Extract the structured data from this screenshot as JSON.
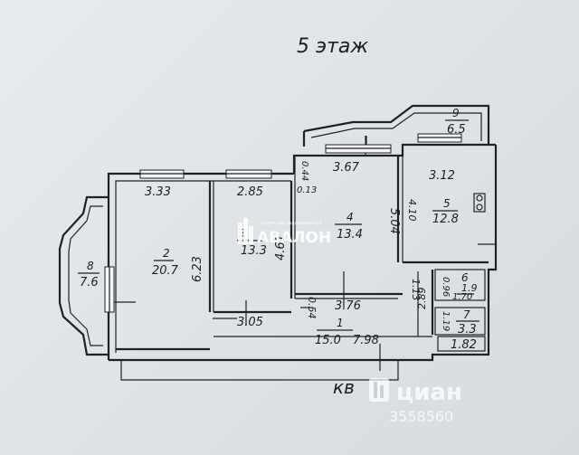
{
  "floor_title": "5 этаж",
  "corridor_label": "кв",
  "logo": {
    "name": "АВАЛОН",
    "tagline": "агентство недвижимости"
  },
  "watermark": {
    "brand": "циан",
    "id": "3558560"
  },
  "rooms": [
    {
      "number": "1",
      "area": "15.0"
    },
    {
      "number": "2",
      "area": "20.7"
    },
    {
      "number": "3",
      "area": "13.3"
    },
    {
      "number": "4",
      "area": "13.4"
    },
    {
      "number": "5",
      "area": "12.8"
    },
    {
      "number": "6",
      "area": "1.9"
    },
    {
      "number": "7",
      "area": "3.3"
    },
    {
      "number": "8",
      "area": "7.6"
    },
    {
      "number": "9",
      "area": "6.5"
    }
  ],
  "dimensions": {
    "r2_width": "3.33",
    "r2_depth": "6.23",
    "r3_width": "2.85",
    "r3_depth": "4.61",
    "r3_bottom": "3.05",
    "r4_width": "3.67",
    "r4_depth": "5.04",
    "r4_bottom": "3.76",
    "r4_small_a": "0.44",
    "r4_small_b": "0.13",
    "r5_width": "3.12",
    "r5_depth": "4.10",
    "hall_a": "1.13",
    "hall_b": "0.54",
    "hall_c": "2.89",
    "r1_width": "7.98",
    "r6_a": "0.96",
    "r6_b": "1.70",
    "r7_a": "1.19",
    "r7_width": "1.82"
  }
}
